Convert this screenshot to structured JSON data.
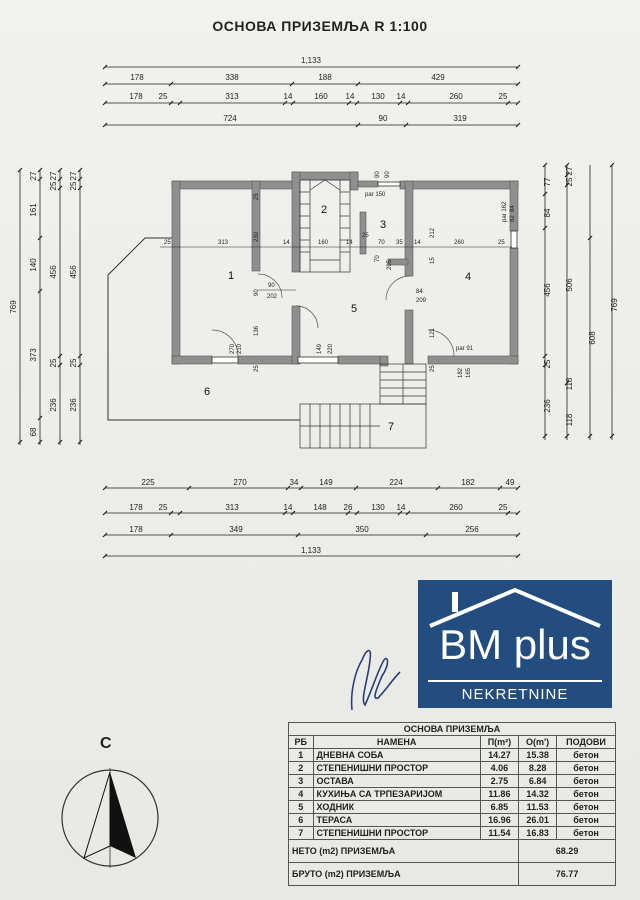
{
  "title": "ОСНОВА ПРИЗЕМЉА R 1:100",
  "top_dims": {
    "row1": [
      "1,133"
    ],
    "row2": [
      "178",
      "338",
      "188",
      "429"
    ],
    "row3": [
      "178",
      "25",
      "313",
      "14",
      "160",
      "14",
      "130",
      "14",
      "260",
      "25"
    ],
    "row4": [
      "724",
      "90",
      "319"
    ]
  },
  "bottom_dims": {
    "row1": [
      "225",
      "270",
      "34",
      "149",
      "224",
      "182",
      "49"
    ],
    "row2": [
      "178",
      "25",
      "313",
      "14",
      "148",
      "26",
      "130",
      "14",
      "260",
      "25"
    ],
    "row3": [
      "178",
      "349",
      "350",
      "256"
    ],
    "row4": [
      "1,133"
    ]
  },
  "left_dims": {
    "col1": [
      "769"
    ],
    "col2": [
      "27",
      "161",
      "140",
      "373",
      "68"
    ],
    "col3": [
      "27",
      "25",
      "456",
      "25",
      "236"
    ],
    "col4": [
      "27",
      "25",
      "456",
      "25",
      "236"
    ]
  },
  "right_dims": {
    "col1": [
      "77",
      "84",
      "456",
      "25",
      "236"
    ],
    "col2": [
      "27",
      "25",
      "506",
      "118",
      "118"
    ],
    "col3": [
      "608"
    ],
    "col4": [
      "769"
    ]
  },
  "interior_dims": [
    "25",
    "313",
    "14",
    "160",
    "14",
    "25",
    "70",
    "35",
    "14",
    "260",
    "25",
    "230",
    "90",
    "202",
    "90",
    "136",
    "270",
    "210",
    "149",
    "220",
    "25",
    "70",
    "205",
    "15",
    "84",
    "209",
    "212",
    "121",
    "25",
    "182",
    "165",
    "par 150",
    "par 162",
    "82",
    "par 91",
    "90",
    "90",
    "84",
    "25"
  ],
  "rooms": [
    "1",
    "2",
    "3",
    "4",
    "5",
    "6",
    "7"
  ],
  "logo": {
    "name": "BM plus",
    "sub": "NEKRETNINE"
  },
  "compass_label": "С",
  "schedule": {
    "title": "ОСНОВА ПРИЗЕМЉА",
    "headers": [
      "РБ",
      "НАМЕНА",
      "П(m²)",
      "О(m')",
      "ПОДОВИ"
    ],
    "rows": [
      [
        "1",
        "ДНЕВНА СОБА",
        "14.27",
        "15.38",
        "бетон"
      ],
      [
        "2",
        "СТЕПЕНИШНИ ПРОСТОР",
        "4.06",
        "8.28",
        "бетон"
      ],
      [
        "3",
        "ОСТАВА",
        "2.75",
        "6.84",
        "бетон"
      ],
      [
        "4",
        "КУХИЊА СА ТРПЕЗАРИЈОМ",
        "11.86",
        "14.32",
        "бетон"
      ],
      [
        "5",
        "ХОДНИК",
        "6.85",
        "11.53",
        "бетон"
      ],
      [
        "6",
        "ТЕРАСА",
        "16.96",
        "26.01",
        "бетон"
      ],
      [
        "7",
        "СТЕПЕНИШНИ ПРОСТОР",
        "11.54",
        "16.83",
        "бетон"
      ]
    ],
    "neto_label": "НЕТО (m2) ПРИЗЕМЉА",
    "neto_value": "68.29",
    "bruto_label": "БРУТО (m2) ПРИЗЕМЉА",
    "bruto_value": "76.77"
  },
  "colors": {
    "wall": "#8f8f8f",
    "logo_bg": "#234d7f",
    "line": "#222222"
  }
}
